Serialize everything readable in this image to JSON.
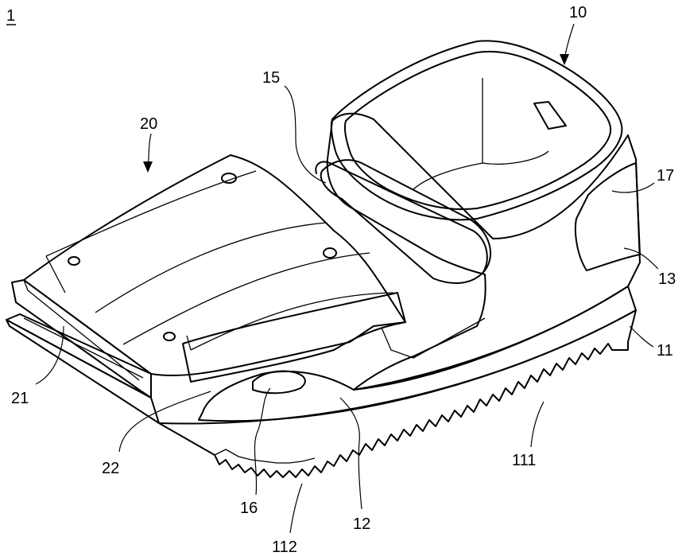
{
  "figure": {
    "ref_main": "1",
    "labels": {
      "l10": "10",
      "l15": "15",
      "l20": "20",
      "l17": "17",
      "l13": "13",
      "l11": "11",
      "l21": "21",
      "l22": "22",
      "l111": "111",
      "l16": "16",
      "l12": "12",
      "l112": "112"
    }
  }
}
